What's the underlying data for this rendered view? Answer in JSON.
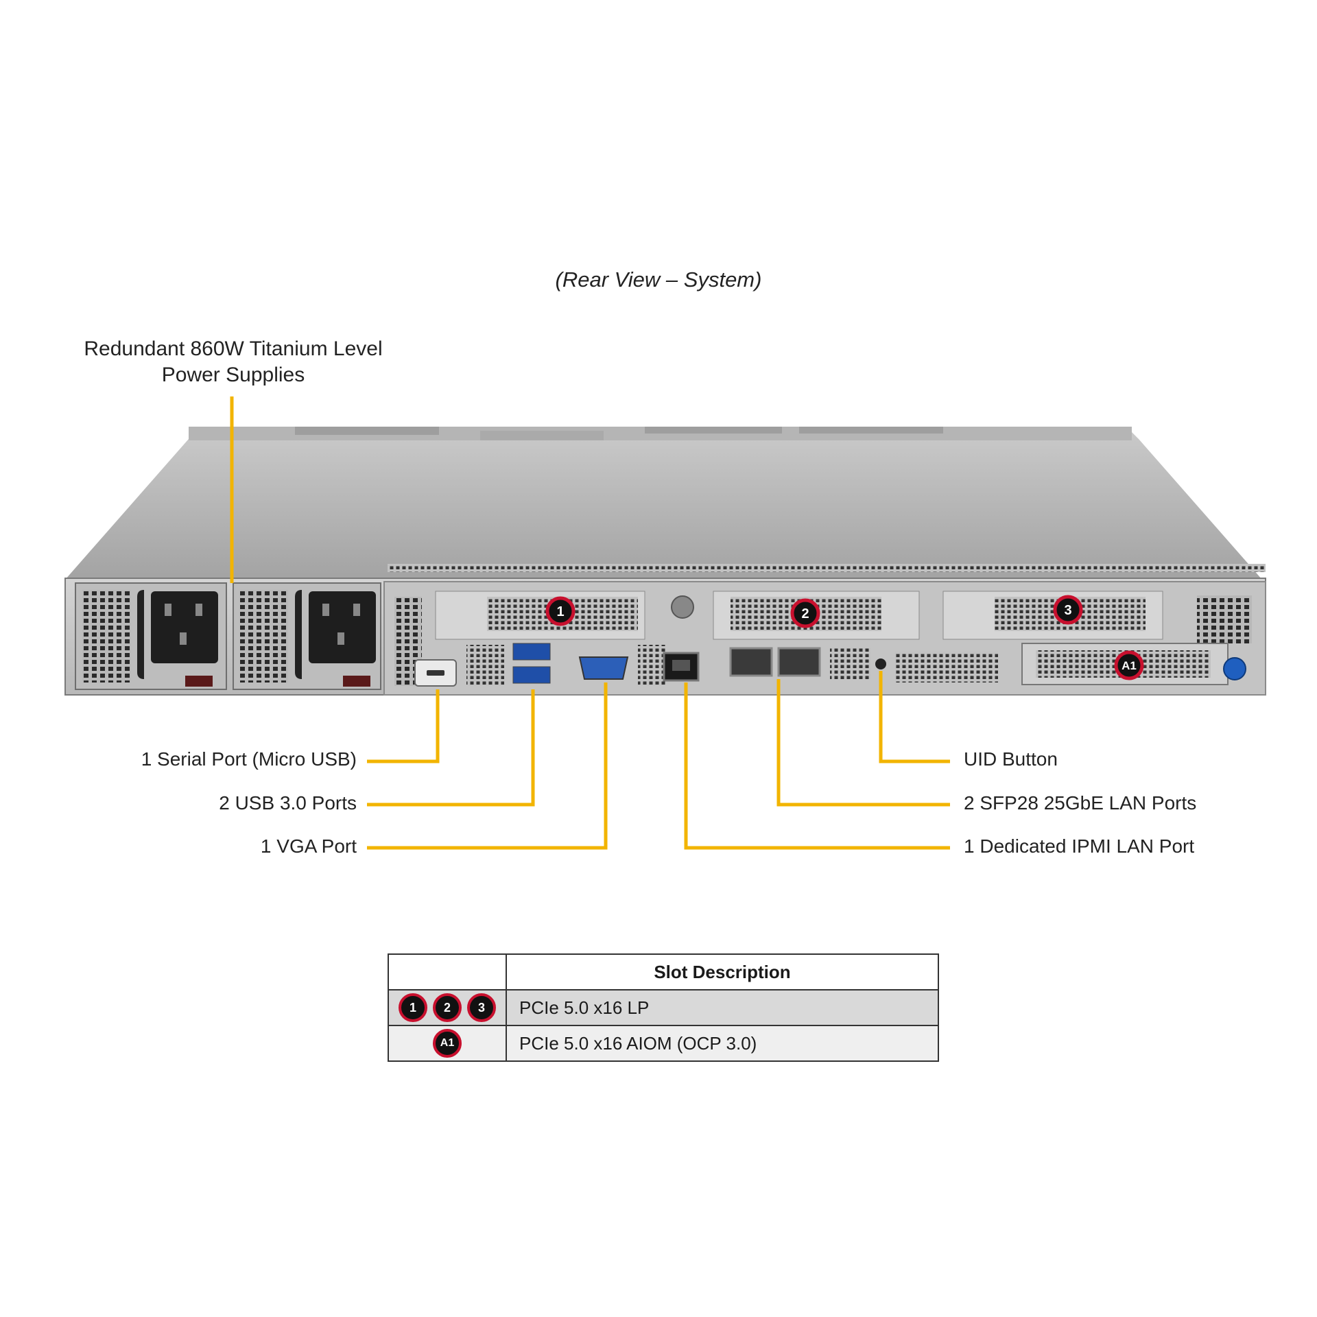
{
  "caption": "(Rear View – System)",
  "psu_label": {
    "line1": "Redundant 860W Titanium Level",
    "line2": "Power Supplies"
  },
  "callouts_left": {
    "serial": "1 Serial Port (Micro USB)",
    "usb": "2 USB 3.0 Ports",
    "vga": "1 VGA Port"
  },
  "callouts_right": {
    "uid": "UID Button",
    "sfp": "2 SFP28 25GbE LAN Ports",
    "ipmi": "1 Dedicated IPMI LAN Port"
  },
  "slot_markers": {
    "s1": "1",
    "s2": "2",
    "s3": "3",
    "a1": "A1"
  },
  "slot_table": {
    "header": "Slot Description",
    "rows": [
      {
        "badges": [
          "1",
          "2",
          "3"
        ],
        "description": "PCIe 5.0 x16 LP"
      },
      {
        "badges": [
          "A1"
        ],
        "description": "PCIe 5.0 x16 AIOM (OCP 3.0)"
      }
    ]
  },
  "colors": {
    "leader_line": "#f2b400",
    "badge_ring": "#c8102e",
    "chassis": "#9a9a9a"
  }
}
